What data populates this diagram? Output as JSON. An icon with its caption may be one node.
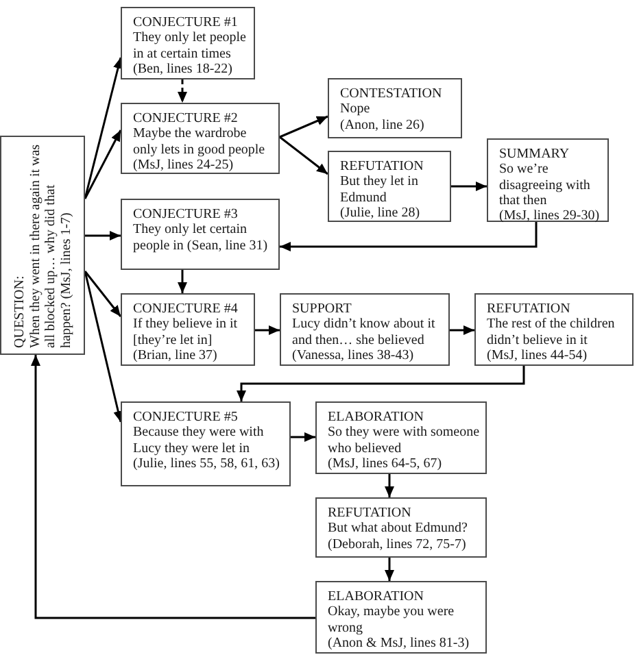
{
  "diagram": {
    "nodes": [
      {
        "text": [
          "QUESTION:",
          "When they went in there again it was all blocked up… why did that happen? (MsJ, lines 1-7)"
        ]
      },
      {
        "text": [
          "CONJECTURE #1",
          "They only let people in at certain times",
          "(Ben, lines 18-22)"
        ]
      },
      {
        "text": [
          "CONJECTURE #2",
          "Maybe the wardrobe only lets in good people",
          "(MsJ, lines 24-25)"
        ]
      },
      {
        "text": [
          "CONTESTATION",
          "Nope",
          "(Anon, line 26)"
        ]
      },
      {
        "text": [
          "REFUTATION",
          "But they let in Edmund",
          "(Julie, line 28)"
        ]
      },
      {
        "text": [
          "SUMMARY",
          "So we’re disagreeing with that then",
          "(MsJ, lines 29-30)"
        ]
      },
      {
        "text": [
          "CONJECTURE #3",
          "They only let certain people in (Sean, line 31)"
        ]
      },
      {
        "text": [
          "CONJECTURE #4",
          "If they believe in it [they’re let in]",
          "(Brian, line 37)"
        ]
      },
      {
        "text": [
          "SUPPORT",
          "Lucy didn’t know about it and then… she believed",
          "(Vanessa, lines 38-43)"
        ]
      },
      {
        "text": [
          "REFUTATION",
          "The rest of the children didn’t believe in it",
          "(MsJ, lines 44-54)"
        ]
      },
      {
        "text": [
          "CONJECTURE #5",
          "Because they were with Lucy they were let in",
          "(Julie, lines 55, 58, 61, 63)"
        ]
      },
      {
        "text": [
          "ELABORATION",
          "So they were with someone who believed",
          "(MsJ, lines 64-5, 67)"
        ]
      },
      {
        "text": [
          "REFUTATION",
          "But what about Edmund?",
          "(Deborah, lines 72, 75-7)"
        ]
      },
      {
        "text": [
          "ELABORATION",
          "Okay, maybe you were wrong",
          "(Anon & MsJ, lines 81-3)"
        ]
      }
    ],
    "edges": [
      {
        "from": 0,
        "to": 1,
        "arrow": "to"
      },
      {
        "from": 0,
        "to": 2,
        "arrow": "to"
      },
      {
        "from": 1,
        "to": 2,
        "arrow": "to",
        "style": "dashed"
      },
      {
        "from": 2,
        "to": 3,
        "arrow": "to"
      },
      {
        "from": 2,
        "to": 4,
        "arrow": "to"
      },
      {
        "from": 4,
        "to": 5,
        "arrow": "to"
      },
      {
        "from": 5,
        "to": 6,
        "arrow": "to"
      },
      {
        "from": 0,
        "to": 6,
        "arrow": "to"
      },
      {
        "from": 6,
        "to": 7,
        "arrow": "to"
      },
      {
        "from": 0,
        "to": 7,
        "arrow": "to"
      },
      {
        "from": 0,
        "to": 10,
        "arrow": "to"
      },
      {
        "from": 7,
        "to": 8,
        "arrow": "to"
      },
      {
        "from": 8,
        "to": 9,
        "arrow": "to"
      },
      {
        "from": 9,
        "to": 10,
        "arrow": "to"
      },
      {
        "from": 10,
        "to": 11,
        "arrow": "to"
      },
      {
        "from": 11,
        "to": 12,
        "arrow": "to"
      },
      {
        "from": 12,
        "to": 13,
        "arrow": "to"
      },
      {
        "from": 13,
        "to": 0,
        "arrow": "to"
      }
    ]
  }
}
